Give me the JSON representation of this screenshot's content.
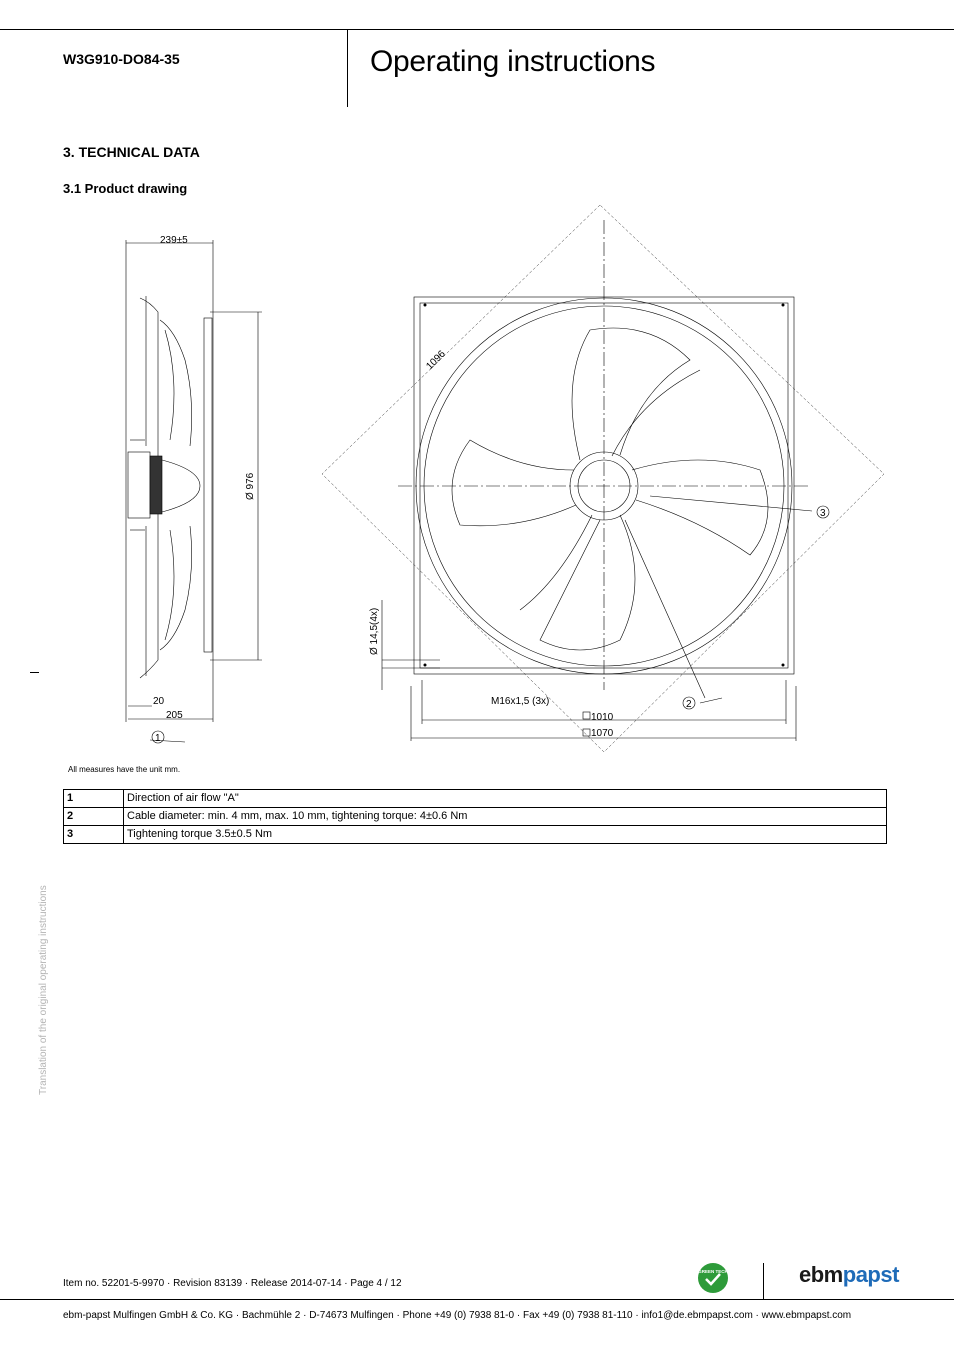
{
  "header": {
    "model": "W3G910-DO84-35",
    "title": "Operating instructions"
  },
  "section": {
    "heading": "3. TECHNICAL DATA",
    "subheading": "3.1 Product drawing"
  },
  "drawing": {
    "dim_depth": "239±5",
    "dim_diameter": "Ø 976",
    "dim_20": "20",
    "dim_205": "205",
    "dim_1096": "1096",
    "dim_hole": "Ø 14,5(4x)",
    "dim_thread": "M16x1,5 (3x)",
    "dim_1010": "1010",
    "dim_1070": "1070",
    "callout_1": "1",
    "callout_2": "2",
    "callout_3": "3",
    "note": "All measures have the unit mm."
  },
  "legend": [
    {
      "num": "1",
      "text": "Direction of air flow \"A\""
    },
    {
      "num": "2",
      "text": "Cable diameter: min. 4 mm, max. 10 mm, tightening torque: 4±0.6 Nm"
    },
    {
      "num": "3",
      "text": "Tightening torque 3.5±0.5 Nm"
    }
  ],
  "side_note": "Translation of the original operating instructions",
  "footer": {
    "item_line": "Item no. 52201-5-9970 · Revision 83139 · Release 2014-07-14 · Page 4 / 12",
    "company_line": "ebm-papst Mulfingen GmbH & Co. KG · Bachmühle 2 · D-74673 Mulfingen · Phone +49 (0) 7938 81-0 · Fax +49 (0) 7938 81-110 · info1@de.ebmpapst.com · www.ebmpapst.com",
    "brand_part1": "ebm",
    "brand_part2": "papst",
    "badge_text": "GREEN TECH"
  },
  "colors": {
    "brand_blue": "#1e6bb8",
    "badge_green": "#2e9b3a",
    "side_note_gray": "#b4b4b4"
  }
}
